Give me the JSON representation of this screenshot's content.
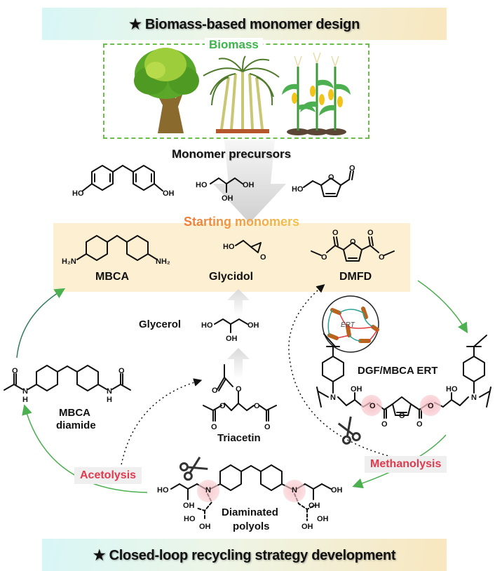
{
  "banners": {
    "top": "★ Biomass-based monomer design",
    "bottom": "★ Closed-loop recycling strategy development"
  },
  "biomass": {
    "title": "Biomass",
    "items": [
      "tree",
      "sugarcane",
      "corn"
    ]
  },
  "sections": {
    "precursors_title": "Monomer precursors",
    "starting_title": "Starting monomers"
  },
  "precursors": [
    {
      "name": "bisphenol-F"
    },
    {
      "name": "glycerol"
    },
    {
      "name": "5-hydroxymethylfurfural"
    }
  ],
  "monomers": [
    {
      "label": "MBCA"
    },
    {
      "label": "Glycidol"
    },
    {
      "label": "DMFD"
    }
  ],
  "recycling": {
    "glycerol_label": "Glycerol",
    "triacetin_label": "Triacetin",
    "mbca_diamide_label_line1": "MBCA",
    "mbca_diamide_label_line2": "diamide",
    "ert_label": "DGF/MBCA ERT",
    "ert_inset_label": "ERT",
    "polyols_label_line1": "Diaminated",
    "polyols_label_line2": "polyols",
    "acetolysis_label": "Acetolysis",
    "methanolysis_label": "Methanolysis"
  },
  "atoms": {
    "HO": "HO",
    "OH": "OH",
    "O": "O",
    "N": "N",
    "H": "H",
    "H2N": "H₂N",
    "NH2": "NH₂"
  },
  "colors": {
    "green_arrow": "#4caf50",
    "biomass_green": "#3cb54a",
    "tag_red": "#e03a4e",
    "starting_orange": "#f08a3c",
    "monomer_box": "#fdf0d2",
    "highlight_pink": "#f5b8bf"
  }
}
